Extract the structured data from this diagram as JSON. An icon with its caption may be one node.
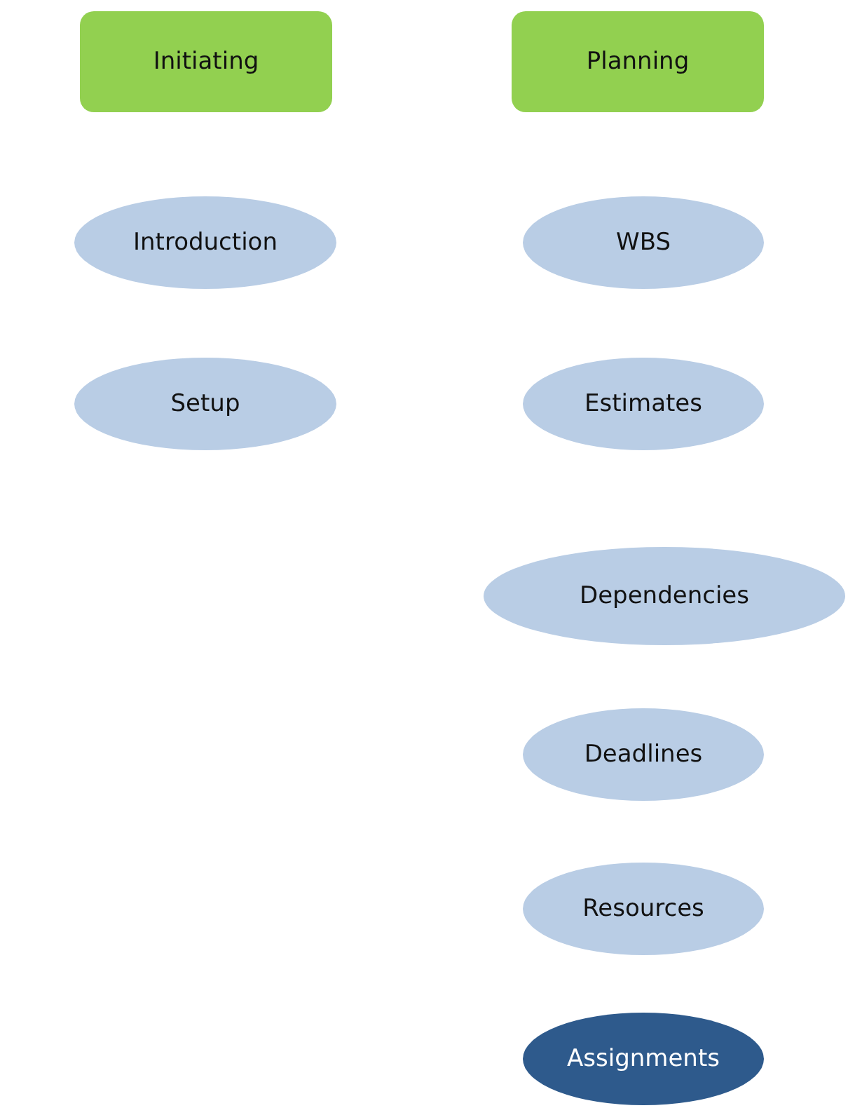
{
  "diagram": {
    "nodes": [
      {
        "text": [
          "Initiating"
        ]
      },
      {
        "text": [
          "Planning"
        ]
      },
      {
        "text": [
          "Introduction"
        ]
      },
      {
        "text": [
          "WBS"
        ]
      },
      {
        "text": [
          "Setup"
        ]
      },
      {
        "text": [
          "Estimates"
        ]
      },
      {
        "text": [
          "Dependencies"
        ]
      },
      {
        "text": [
          "Deadlines"
        ]
      },
      {
        "text": [
          "Resources"
        ]
      },
      {
        "text": [
          "Assignments"
        ]
      }
    ],
    "edges": []
  }
}
